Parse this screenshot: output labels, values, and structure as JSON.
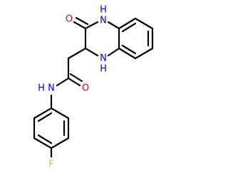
{
  "structure": {
    "atoms": [
      {
        "id": "N1",
        "text": "H",
        "sub": "N",
        "color": "#0000ff"
      },
      {
        "id": "O1",
        "text": "O",
        "color": "#ff0000"
      },
      {
        "id": "N2",
        "text": "H",
        "sub": "N",
        "color": "#0000ff"
      },
      {
        "id": "O2",
        "text": "O",
        "color": "#ff0000"
      },
      {
        "id": "N3",
        "text": "N",
        "sub": "H",
        "color": "#0000ff"
      },
      {
        "id": "F1",
        "text": "F",
        "color": "#90e050"
      }
    ],
    "bond_color": "#000000"
  }
}
